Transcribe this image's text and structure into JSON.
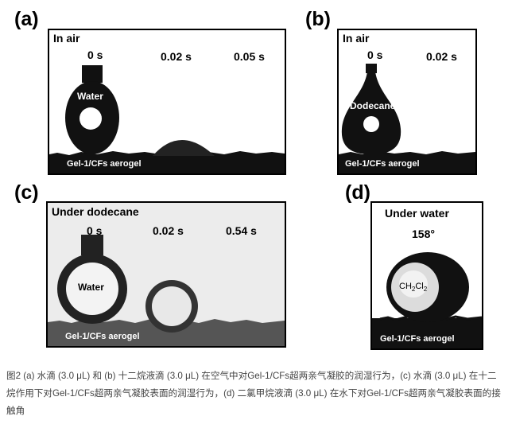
{
  "panels": {
    "a": {
      "label": "(a)",
      "condition": "In air",
      "times": [
        "0 s",
        "0.02 s",
        "0.05 s"
      ],
      "droplet": "Water",
      "substrate": "Gel-1/CFs aerogel"
    },
    "b": {
      "label": "(b)",
      "condition": "In air",
      "times": [
        "0 s",
        "0.02 s"
      ],
      "droplet": "Dodecane",
      "substrate": "Gel-1/CFs aerogel"
    },
    "c": {
      "label": "(c)",
      "condition": "Under dodecane",
      "times": [
        "0 s",
        "0.02 s",
        "0.54 s"
      ],
      "droplet": "Water",
      "substrate": "Gel-1/CFs aerogel"
    },
    "d": {
      "label": "(d)",
      "condition": "Under water",
      "angle": "158°",
      "droplet_main": "CH",
      "droplet_sub1": "2",
      "droplet_mid": "Cl",
      "droplet_sub2": "2",
      "substrate": "Gel-1/CFs aerogel"
    }
  },
  "caption": "图2 (a) 水滴 (3.0 μL) 和 (b) 十二烷液滴 (3.0 μL) 在空气中对Gel-1/CFs超两亲气凝胶的润湿行为，(c) 水滴 (3.0 μL) 在十二烷作用下对Gel-1/CFs超两亲气凝胶表面的润湿行为，(d) 二氯甲烷液滴 (3.0 μL) 在水下对Gel-1/CFs超两亲气凝胶表面的接触角"
}
